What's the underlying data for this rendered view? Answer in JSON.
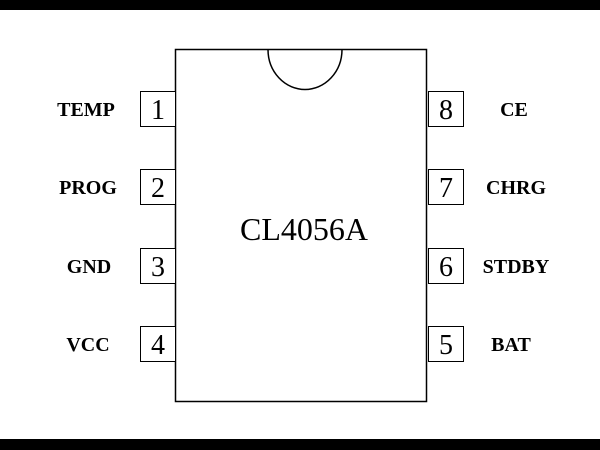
{
  "chip": {
    "name": "CL4056A"
  },
  "pins_left": [
    {
      "number": "1",
      "name": "TEMP"
    },
    {
      "number": "2",
      "name": "PROG"
    },
    {
      "number": "3",
      "name": "GND"
    },
    {
      "number": "4",
      "name": "VCC"
    }
  ],
  "pins_right": [
    {
      "number": "8",
      "name": "CE"
    },
    {
      "number": "7",
      "name": "CHRG"
    },
    {
      "number": "6",
      "name": "STDBY"
    },
    {
      "number": "5",
      "name": "BAT"
    }
  ]
}
